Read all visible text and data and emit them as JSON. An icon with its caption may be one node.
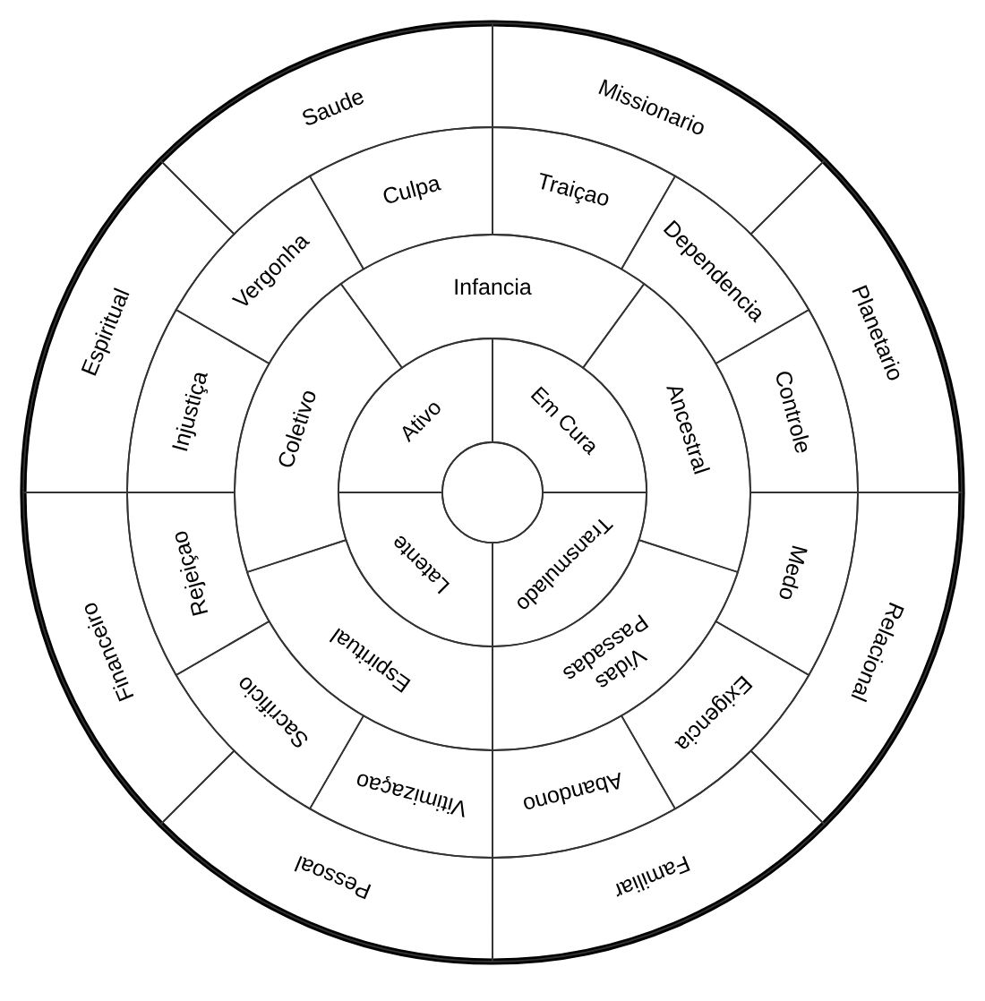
{
  "diagram": {
    "nodes": [
      {
        "text": [
          "Saude"
        ]
      },
      {
        "text": [
          "Missionario"
        ]
      },
      {
        "text": [
          "Planetario"
        ]
      },
      {
        "text": [
          "Relacional"
        ]
      },
      {
        "text": [
          "Familiar"
        ]
      },
      {
        "text": [
          "Pessoal"
        ]
      },
      {
        "text": [
          "Financeiro"
        ]
      },
      {
        "text": [
          "Espiritual"
        ]
      },
      {
        "text": [
          "Culpa"
        ]
      },
      {
        "text": [
          "Traiçao"
        ]
      },
      {
        "text": [
          "Dependencia"
        ]
      },
      {
        "text": [
          "Controle"
        ]
      },
      {
        "text": [
          "Medo"
        ]
      },
      {
        "text": [
          "Exigencia"
        ]
      },
      {
        "text": [
          "Abandono"
        ]
      },
      {
        "text": [
          "Vitimizaçao"
        ]
      },
      {
        "text": [
          "Sacrificio"
        ]
      },
      {
        "text": [
          "Rejeiçao"
        ]
      },
      {
        "text": [
          "Injustiça"
        ]
      },
      {
        "text": [
          "Vergonha"
        ]
      },
      {
        "text": [
          "Infancia"
        ]
      },
      {
        "text": [
          "Ancestral"
        ]
      },
      {
        "text": [
          "Vidas Passadas"
        ]
      },
      {
        "text": [
          "Espiritual"
        ]
      },
      {
        "text": [
          "Coletivo"
        ]
      },
      {
        "text": [
          "Ativo"
        ]
      },
      {
        "text": [
          "Em Cura"
        ]
      },
      {
        "text": [
          "Transmulado"
        ]
      },
      {
        "text": [
          "Latente"
        ]
      },
      {
        "text": [],
        "shape": "circle"
      }
    ]
  }
}
